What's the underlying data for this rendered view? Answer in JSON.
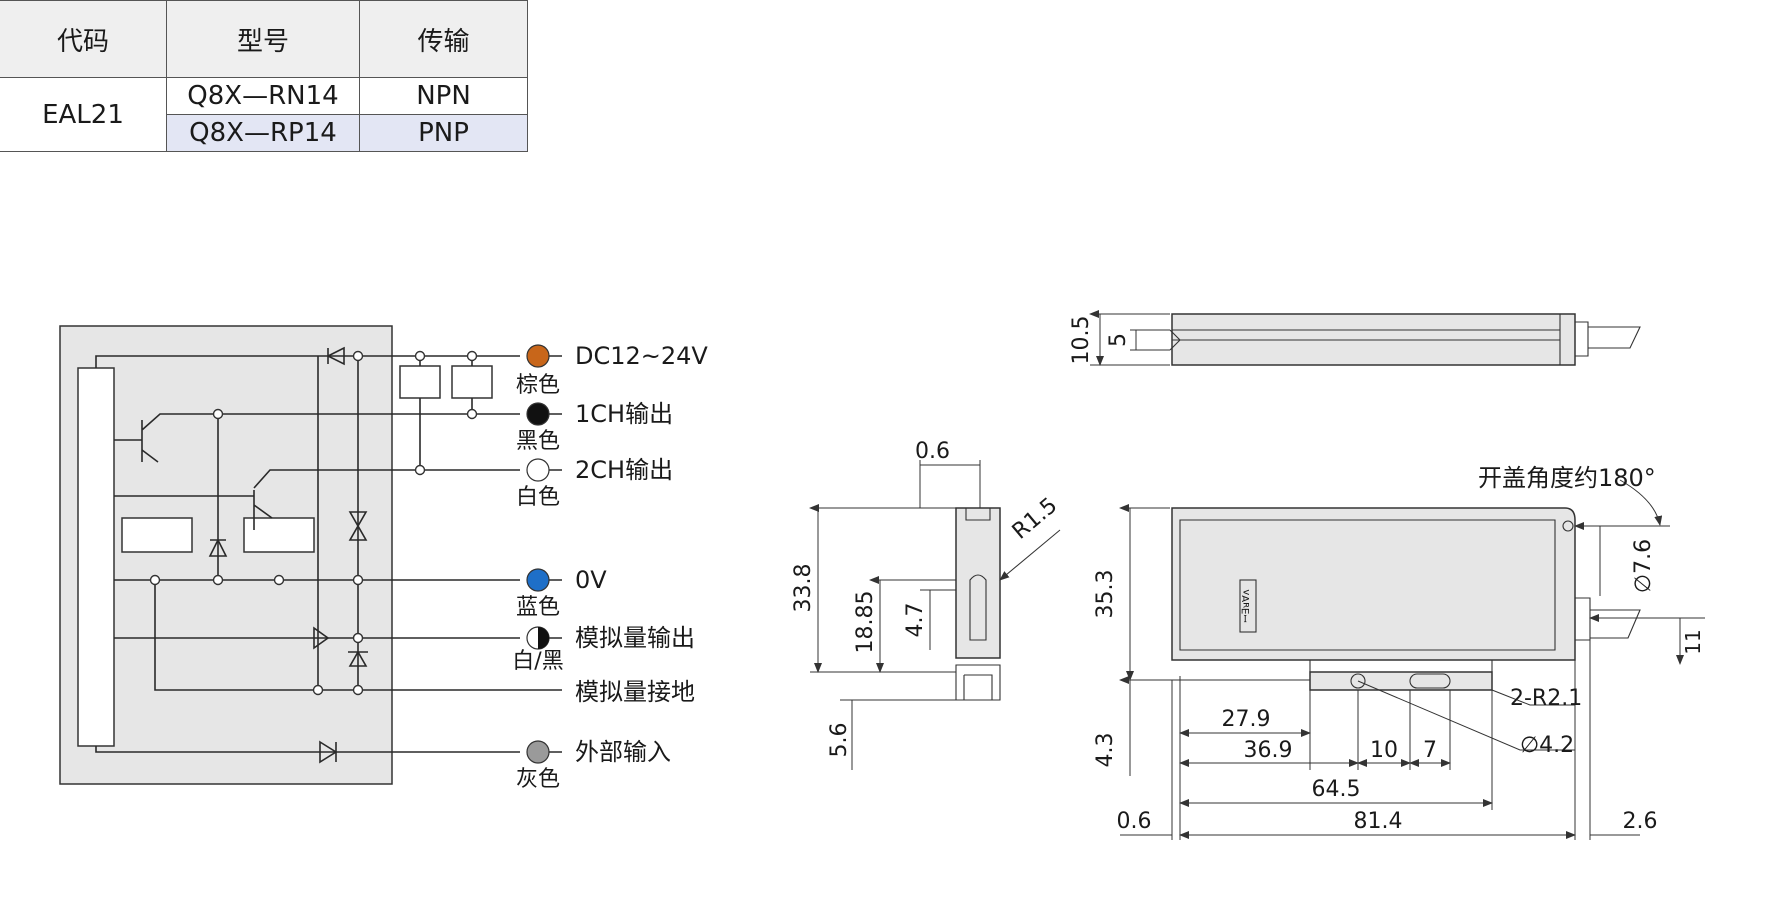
{
  "table": {
    "headers": [
      "代码",
      "型号",
      "传输"
    ],
    "code": "EAL21",
    "rows": [
      {
        "model": "Q8X—RN14",
        "output": "NPN"
      },
      {
        "model": "Q8X—RP14",
        "output": "PNP"
      }
    ]
  },
  "wiring": {
    "terminals": [
      {
        "label": "DC12~24V",
        "color_name": "棕色",
        "dot_color": "#c8661a"
      },
      {
        "label": "1CH输出",
        "color_name": "黑色",
        "dot_color": "#111111"
      },
      {
        "label": "2CH输出",
        "color_name": "白色",
        "dot_color": "#ffffff"
      },
      {
        "label": "0V",
        "color_name": "蓝色",
        "dot_color": "#1e6fc8"
      },
      {
        "label": "模拟量输出",
        "color_name": "白/黑",
        "dot_color": "half-white-black"
      },
      {
        "label": "模拟量接地",
        "color_name": "",
        "dot_color": ""
      },
      {
        "label": "外部输入",
        "color_name": "灰色",
        "dot_color": "#9a9a9a"
      }
    ]
  },
  "dimensions": {
    "top_view": {
      "d1": "10.5",
      "d2": "5"
    },
    "side_view": {
      "d_0_6": "0.6",
      "d_33_8": "33.8",
      "d_18_85": "18.85",
      "d_4_7": "4.7",
      "d_5_6": "5.6",
      "radius": "R1.5"
    },
    "front_view": {
      "note": "开盖角度约180°",
      "d_35_3": "35.3",
      "d_4_3": "4.3",
      "d_7_6": "∅7.6",
      "d_11": "11",
      "d_27_9": "27.9",
      "d_36_9": "36.9",
      "d_10": "10",
      "d_7": "7",
      "d_64_5": "64.5",
      "d_81_4": "81.4",
      "d_0_6": "0.6",
      "d_2_6": "2.6",
      "hole_r": "2-R2.1",
      "hole_d": "∅4.2",
      "label_text": "ꟷ∃ᴚⱯᴧ"
    }
  },
  "colors": {
    "table_header_bg": "#efefef",
    "table_alt_row_bg": "#e3e6f4",
    "body_fill": "#e6e6e6"
  }
}
